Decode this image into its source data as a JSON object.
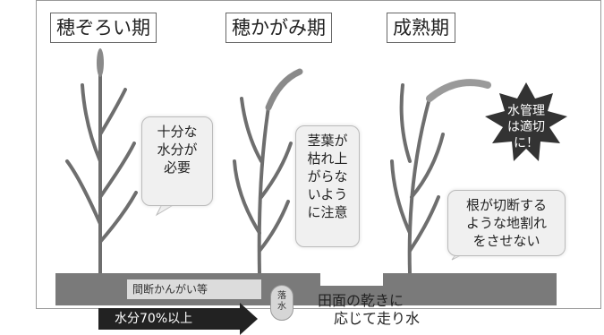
{
  "stages": [
    {
      "label": "穂ぞろい期"
    },
    {
      "label": "穂かがみ期"
    },
    {
      "label": "成熟期"
    }
  ],
  "callouts": {
    "heading_stage": "十分な\n水分が\n必要",
    "ripening_stage": "茎葉が\n枯れ上\nがらな\nいよう\nに注意",
    "maturity_stage": "根が切断する\nような地割れ\nをさせない"
  },
  "warning_burst": "水管理\nは適切\nに！",
  "field": {
    "method_label": "間断かんがい等"
  },
  "bottom": {
    "moisture_arrow": "水分70%以上",
    "drain_label": "落\n水",
    "caption_line1": "田面の乾きに",
    "caption_line2": "応じて走り水"
  },
  "colors": {
    "soil": "#7a7a7a",
    "plant": "#6e6e6e",
    "burst": "#333333",
    "arrow": "#222222"
  }
}
